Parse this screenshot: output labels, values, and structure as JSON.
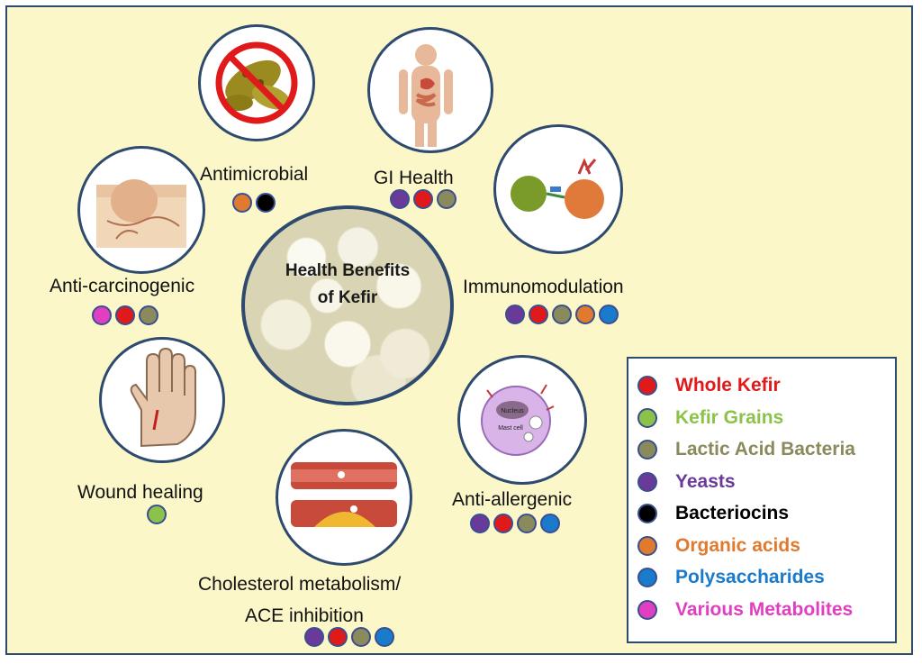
{
  "center": {
    "line1": "Health Benefits",
    "line2": "of Kefir"
  },
  "colors": {
    "whole_kefir": "#e01a1a",
    "kefir_grains": "#8bc34a",
    "lab": "#8a8a5c",
    "yeasts": "#6a3a9a",
    "bacteriocins": "#000000",
    "organic_acids": "#e07a2e",
    "polysaccharides": "#1a7acc",
    "metabolites": "#e040c0"
  },
  "benefits": {
    "antimicrobial": {
      "label": "Antimicrobial",
      "dots": [
        "organic_acids",
        "bacteriocins"
      ],
      "icon": "no-bacteria-icon"
    },
    "gi": {
      "label": "GI Health",
      "dots": [
        "yeasts",
        "whole_kefir",
        "lab"
      ],
      "icon": "digestive-system-icon"
    },
    "immuno": {
      "label": "Immunomodulation",
      "dots": [
        "yeasts",
        "whole_kefir",
        "lab",
        "organic_acids",
        "polysaccharides"
      ],
      "icon": "immune-cells-icon"
    },
    "anticarc": {
      "label": "Anti-carcinogenic",
      "dots": [
        "metabolites",
        "whole_kefir",
        "lab"
      ],
      "icon": "skin-tumor-icon"
    },
    "wound": {
      "label": "Wound healing",
      "dots": [
        "kefir_grains"
      ],
      "icon": "hand-wound-icon"
    },
    "chol": {
      "label1": "Cholesterol metabolism/",
      "label2": "ACE inhibition",
      "dots": [
        "yeasts",
        "whole_kefir",
        "lab",
        "polysaccharides"
      ],
      "icon": "artery-plaque-icon"
    },
    "allergy": {
      "label": "Anti-allergenic",
      "dots": [
        "yeasts",
        "whole_kefir",
        "lab",
        "polysaccharides"
      ],
      "icon": "mast-cell-icon",
      "mast_cell_text": "Mast cell",
      "nucleus_text": "Nucleus"
    }
  },
  "legend": [
    {
      "label": "Whole Kefir",
      "key": "whole_kefir",
      "text_color": "#e01a1a"
    },
    {
      "label": "Kefir Grains",
      "key": "kefir_grains",
      "text_color": "#8bc34a"
    },
    {
      "label": "Lactic Acid Bacteria",
      "key": "lab",
      "text_color": "#8a8a5c"
    },
    {
      "label": "Yeasts",
      "key": "yeasts",
      "text_color": "#6a3a9a"
    },
    {
      "label": "Bacteriocins",
      "key": "bacteriocins",
      "text_color": "#000000"
    },
    {
      "label": "Organic acids",
      "key": "organic_acids",
      "text_color": "#e07a2e"
    },
    {
      "label": "Polysaccharides",
      "key": "polysaccharides",
      "text_color": "#1a7acc"
    },
    {
      "label": "Various Metabolites",
      "key": "metabolites",
      "text_color": "#e040c0"
    }
  ]
}
